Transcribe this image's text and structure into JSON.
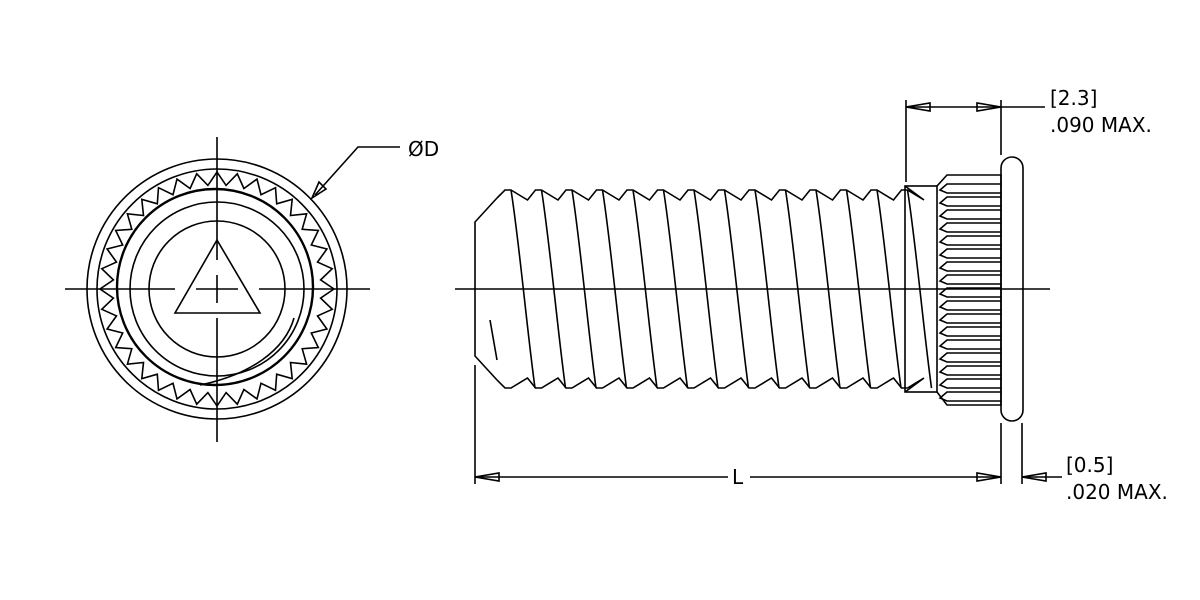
{
  "labels": {
    "diameter": "ØD",
    "length": "L",
    "head_height_metric": "[2.3]",
    "head_height_inch": ".090 MAX.",
    "flange_metric": "[0.5]",
    "flange_inch": ".020 MAX."
  },
  "colors": {
    "line": "#000000",
    "background": "#ffffff"
  }
}
